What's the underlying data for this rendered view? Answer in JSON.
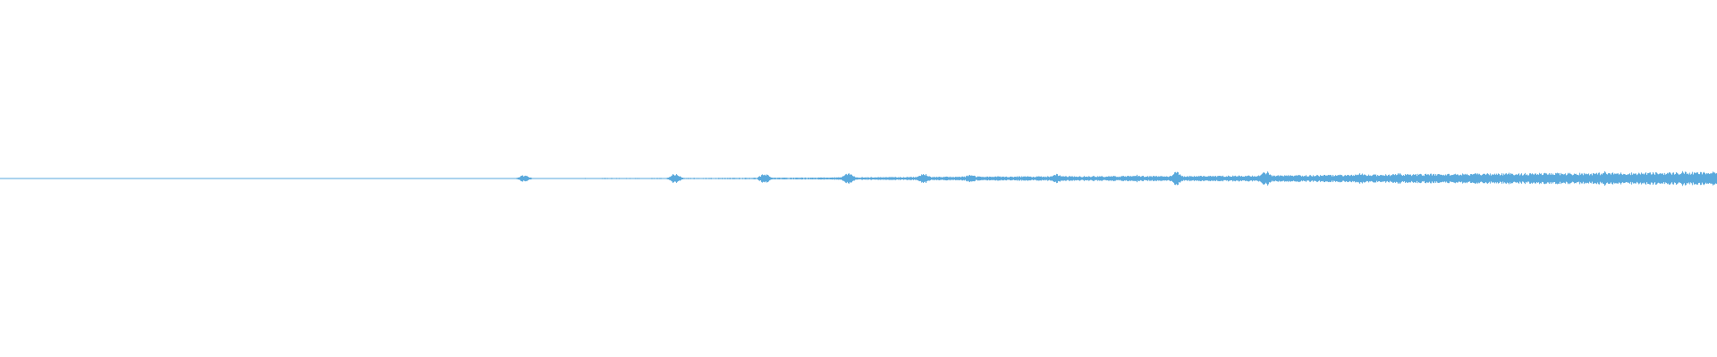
{
  "waveform": {
    "color": "#5aa9dc",
    "background": "#ffffff",
    "amplitude_profile": [
      0.05,
      0.05,
      0.05,
      0.05,
      0.05,
      0.05,
      0.05,
      0.05,
      0.05,
      0.05,
      0.05,
      0.05,
      0.05,
      0.05,
      0.05,
      0.05,
      0.05,
      0.05,
      0.05,
      0.05,
      0.06,
      0.06,
      0.06,
      0.06,
      0.07,
      0.07,
      0.07,
      0.08,
      0.08,
      0.09,
      0.1,
      0.11,
      0.12,
      0.14,
      0.16,
      0.18,
      0.2,
      0.22,
      0.24,
      0.26,
      0.27,
      0.28,
      0.29,
      0.3,
      0.31,
      0.32,
      0.33,
      0.34,
      0.35,
      0.36,
      0.38,
      0.4,
      0.42,
      0.45,
      0.48,
      0.52,
      0.55,
      0.58,
      0.61,
      0.64,
      0.66,
      0.68,
      0.7,
      0.72,
      0.74,
      0.76,
      0.78,
      0.8,
      0.82,
      0.85
    ],
    "peaks": [
      {
        "pos": 0.305,
        "amp": 0.45
      },
      {
        "pos": 0.393,
        "amp": 0.65
      },
      {
        "pos": 0.445,
        "amp": 0.6
      },
      {
        "pos": 0.494,
        "amp": 0.75
      },
      {
        "pos": 0.538,
        "amp": 0.7
      },
      {
        "pos": 0.565,
        "amp": 0.55
      },
      {
        "pos": 0.615,
        "amp": 0.6
      },
      {
        "pos": 0.661,
        "amp": 0.5
      },
      {
        "pos": 0.685,
        "amp": 0.85
      },
      {
        "pos": 0.737,
        "amp": 0.95
      },
      {
        "pos": 0.792,
        "amp": 0.7
      },
      {
        "pos": 0.815,
        "amp": 0.75
      },
      {
        "pos": 0.88,
        "amp": 0.85
      },
      {
        "pos": 0.9,
        "amp": 0.7
      },
      {
        "pos": 0.934,
        "amp": 0.95
      },
      {
        "pos": 0.98,
        "amp": 1.0
      }
    ]
  }
}
